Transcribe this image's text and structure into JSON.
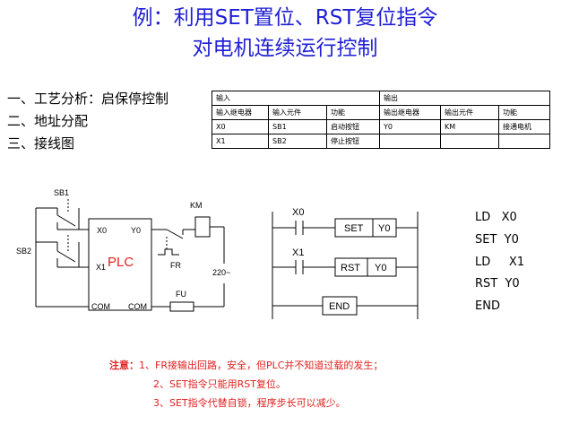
{
  "title": {
    "line1": "例：利用SET置位、RST复位指令",
    "line2": "对电机连续运行控制"
  },
  "steps": [
    "一、工艺分析：启保停控制",
    "二、地址分配",
    "三、接线图"
  ],
  "io_table": {
    "group_input": "输入",
    "group_output": "输出",
    "headers": [
      "输入继电器",
      "输入元件",
      "功能",
      "输出继电器",
      "输出元件",
      "功能"
    ],
    "rows": [
      [
        "X0",
        "SB1",
        "启动按钮",
        "Y0",
        "KM",
        "接通电机"
      ],
      [
        "X1",
        "SB2",
        "停止按钮",
        "",
        "",
        ""
      ]
    ]
  },
  "wiring": {
    "sb1": "SB1",
    "sb2": "SB2",
    "x0": "X0",
    "y0": "Y0",
    "x1": "X1",
    "plc": "PLC",
    "com_left": "COM",
    "com_right": "COM",
    "km": "KM",
    "fr": "FR",
    "fu": "FU",
    "voltage": "220~"
  },
  "ladder": {
    "x0": "X0",
    "set": "SET",
    "y0_set": "Y0",
    "x1": "X1",
    "rst": "RST",
    "y0_rst": "Y0",
    "end": "END"
  },
  "instructions": [
    "LD   X0",
    "SET  Y0",
    "LD     X1",
    "RST  Y0",
    "END"
  ],
  "notes": {
    "label": "注意：",
    "items": [
      "1、FR接输出回路，安全，但PLC并不知道过载的发生；",
      "2、SET指令只能用RST复位。",
      "3、SET指令代替自锁，程序步长可以减少。"
    ]
  },
  "colors": {
    "title": "#1f1fd6",
    "plc": "#e02020",
    "notes": "#e02020"
  }
}
